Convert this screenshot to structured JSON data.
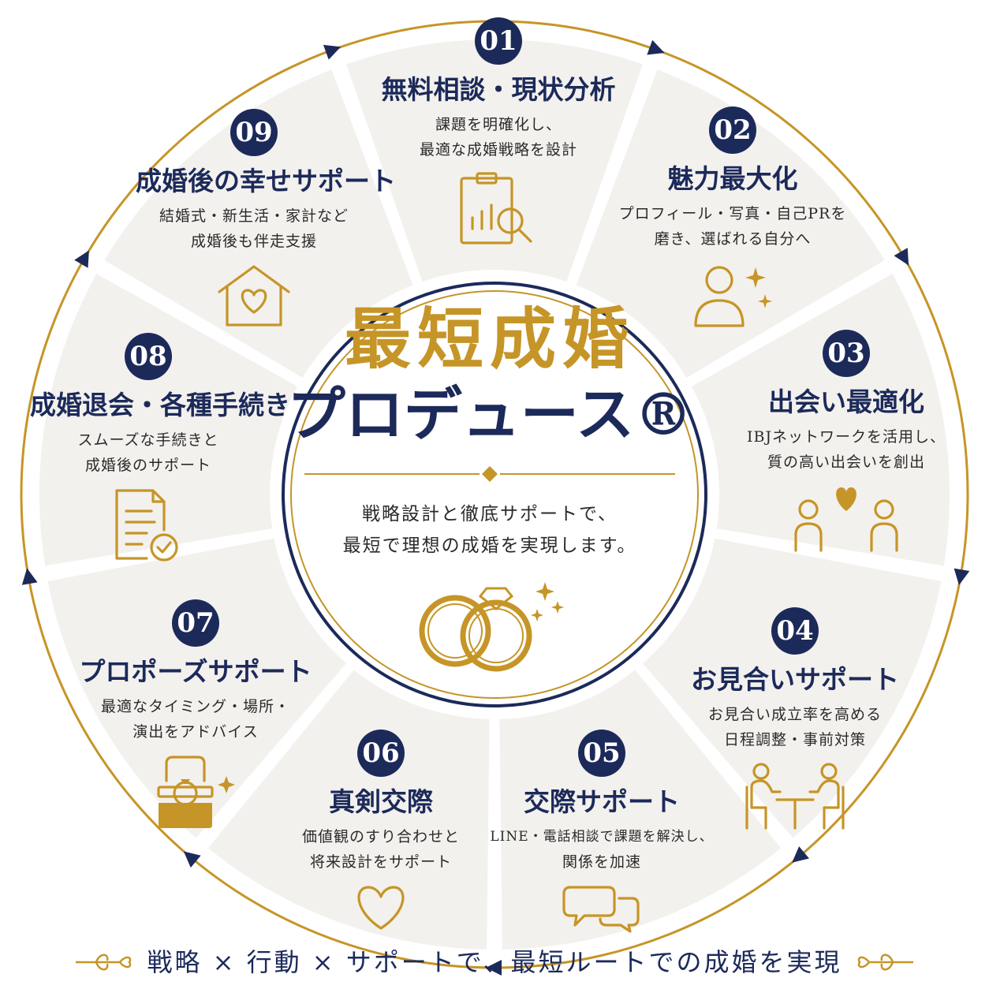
{
  "colors": {
    "navy": "#1c2a5a",
    "gold": "#c69527",
    "segment_bg": "#f3f1ee"
  },
  "center": {
    "title": "最短成婚",
    "subtitle": "プロデュース®",
    "desc_line1": "戦略設計と徹底サポートで、",
    "desc_line2": "最短で理想の成婚を実現します。",
    "icon": "rings-icon"
  },
  "steps": [
    {
      "num": "01",
      "title": "無料相談・現状分析",
      "line1": "課題を明確化し、",
      "line2": "最適な成婚戦略を設計",
      "icon": "clipboard-analysis-icon"
    },
    {
      "num": "02",
      "title": "魅力最大化",
      "line1": "プロフィール・写真・自己PRを",
      "line2": "磨き、選ばれる自分へ",
      "icon": "person-sparkle-icon"
    },
    {
      "num": "03",
      "title": "出会い最適化",
      "line1": "IBJネットワークを活用し、",
      "line2": "質の高い出会いを創出",
      "icon": "couple-heart-icon"
    },
    {
      "num": "04",
      "title": "お見合いサポート",
      "line1": "お見合い成立率を高める",
      "line2": "日程調整・事前対策",
      "icon": "meeting-table-icon"
    },
    {
      "num": "05",
      "title": "交際サポート",
      "line1": "LINE・電話相談で課題を解決し、",
      "line2": "関係を加速",
      "icon": "chat-bubbles-icon"
    },
    {
      "num": "06",
      "title": "真剣交際",
      "line1": "価値観のすり合わせと",
      "line2": "将来設計をサポート",
      "icon": "heart-icon"
    },
    {
      "num": "07",
      "title": "プロポーズサポート",
      "line1": "最適なタイミング・場所・",
      "line2": "演出をアドバイス",
      "icon": "ring-box-icon"
    },
    {
      "num": "08",
      "title": "成婚退会・各種手続き",
      "line1": "スムーズな手続きと",
      "line2": "成婚後のサポート",
      "icon": "document-check-icon"
    },
    {
      "num": "09",
      "title": "成婚後の幸せサポート",
      "line1": "結婚式・新生活・家計など",
      "line2": "成婚後も伴走支援",
      "icon": "house-heart-icon"
    }
  ],
  "tagline": "戦略 × 行動 × サポートで、最短ルートでの成婚を実現"
}
